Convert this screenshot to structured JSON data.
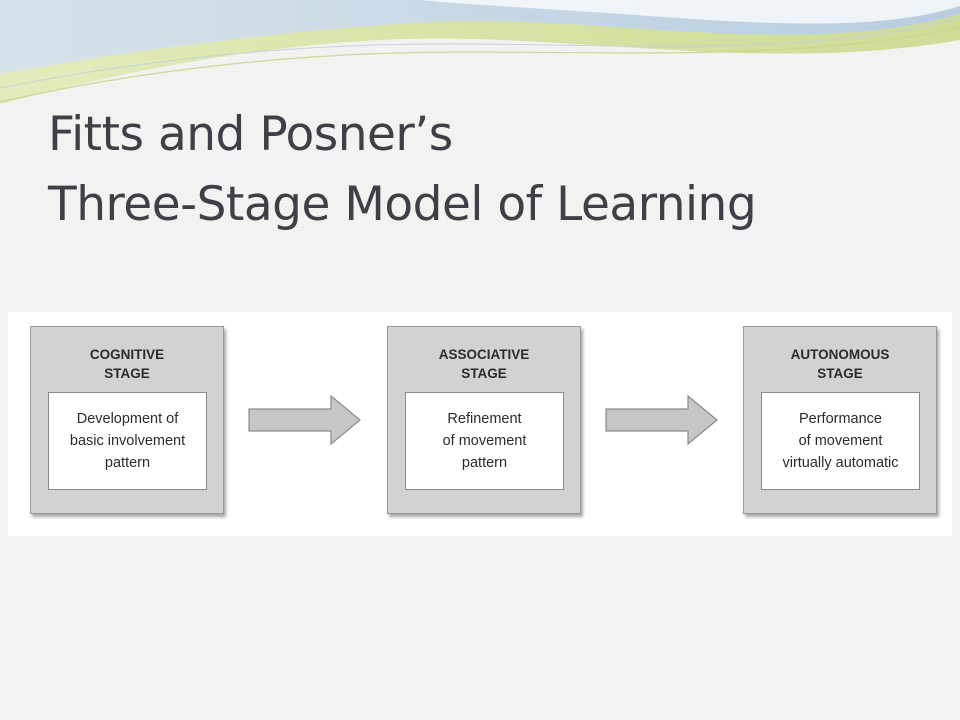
{
  "slide": {
    "title_line1": "Fitts and Posner’s",
    "title_line2": "Three-Stage Model of Learning"
  },
  "diagram": {
    "stages": [
      {
        "title": "COGNITIVE\nSTAGE",
        "description": "Development of\nbasic involvement\npattern"
      },
      {
        "title": "ASSOCIATIVE\nSTAGE",
        "description": "Refinement\nof movement\npattern"
      },
      {
        "title": "AUTONOMOUS\nSTAGE",
        "description": "Performance\nof movement\nvirtually automatic"
      }
    ]
  },
  "colors": {
    "title_text": "#3f3f48",
    "stage_fill": "#d2d2d2",
    "arrow_fill": "#c6c6c6",
    "swoosh_green": "#d8e4a0",
    "swoosh_blue": "#c9d9e6"
  }
}
